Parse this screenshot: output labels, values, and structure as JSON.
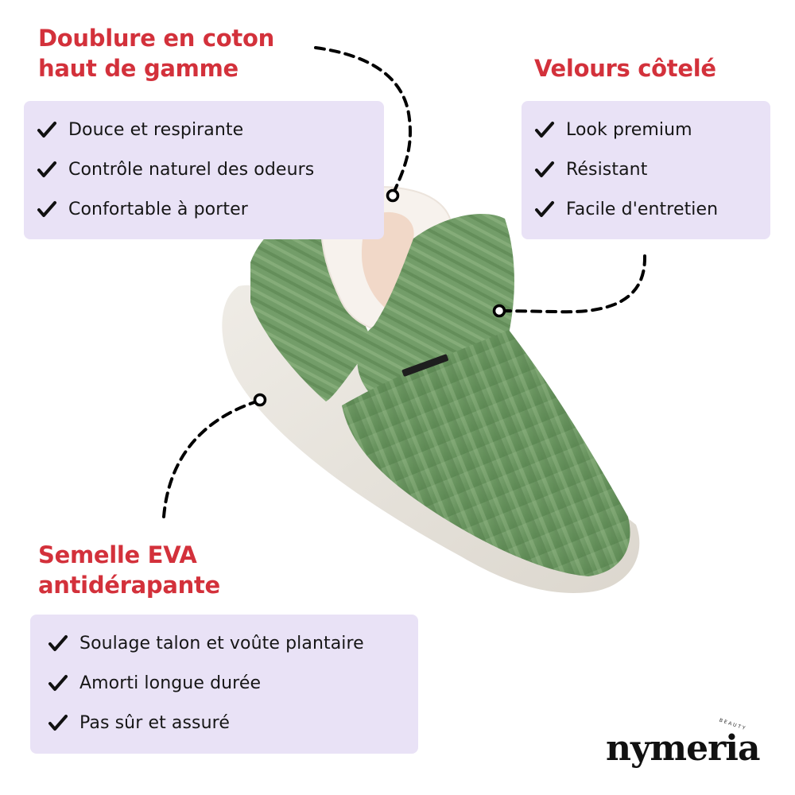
{
  "sections": {
    "lining": {
      "heading_line1": "Doublure en coton",
      "heading_line2": "haut de gamme",
      "items": [
        "Douce et respirante",
        "Contrôle naturel des odeurs",
        "Confortable à porter"
      ]
    },
    "corduroy": {
      "heading": "Velours côtelé",
      "items": [
        "Look premium",
        "Résistant",
        "Facile d'entretien"
      ]
    },
    "sole": {
      "heading_line1": "Semelle EVA",
      "heading_line2": "antidérapante",
      "items": [
        "Soulage talon et voûte plantaire",
        "Amorti longue durée",
        "Pas sûr et assuré"
      ]
    }
  },
  "brand": {
    "name": "nymeria",
    "sub": "BEAUTY"
  },
  "icons": {
    "bullet": "checkmark-icon",
    "callout": "dashed-connector-with-ring"
  },
  "colors": {
    "heading": "#d3313b",
    "panel": "#e9e2f6",
    "text": "#161616",
    "slipper_green": "#6b9660",
    "lining": "#f6efe8",
    "sole": "#e6e2da"
  }
}
